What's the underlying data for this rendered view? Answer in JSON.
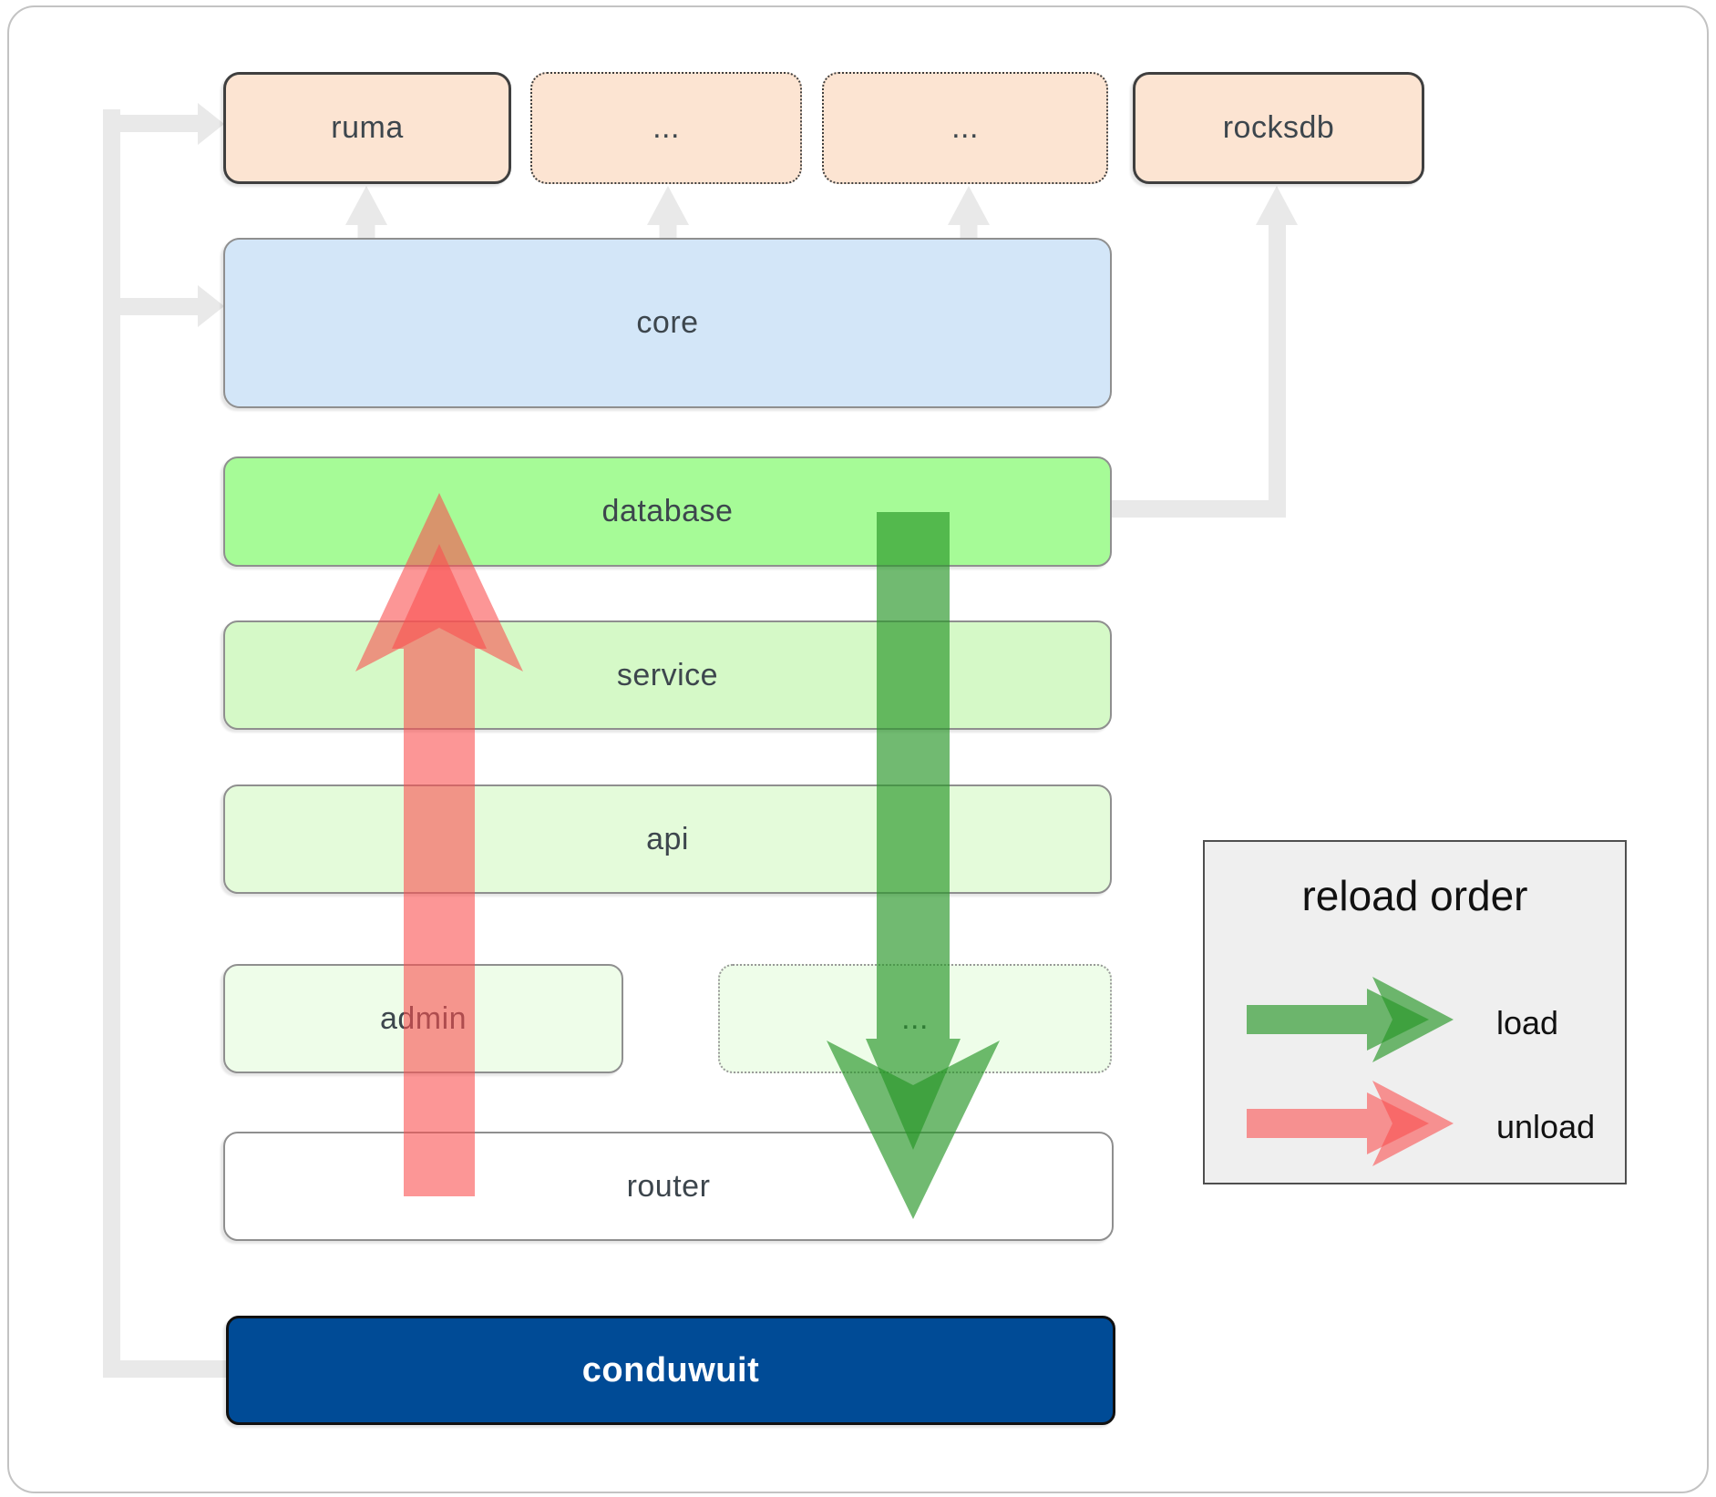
{
  "diagram_title": "conduwuit architecture reload-order diagram",
  "nodes": {
    "ruma": {
      "label": "ruma"
    },
    "ellipsis_top_1": {
      "label": "..."
    },
    "ellipsis_top_2": {
      "label": "..."
    },
    "rocksdb": {
      "label": "rocksdb"
    },
    "core": {
      "label": "core"
    },
    "database": {
      "label": "database"
    },
    "service": {
      "label": "service"
    },
    "api": {
      "label": "api"
    },
    "admin": {
      "label": "admin"
    },
    "ellipsis_admin": {
      "label": "..."
    },
    "router": {
      "label": "router"
    },
    "conduwuit": {
      "label": "conduwuit"
    }
  },
  "legend": {
    "title": "reload order",
    "load_label": "load",
    "unload_label": "unload"
  },
  "arrows": {
    "load": {
      "direction": "down",
      "from": "database",
      "to": "router",
      "color": "#289628"
    },
    "unload": {
      "direction": "up",
      "from": "router",
      "to": "database",
      "color": "#fa5050"
    }
  },
  "connectors": {
    "color": "#e9e9e9",
    "paths": [
      {
        "from": "conduwuit",
        "to": "ruma",
        "arrowhead": true
      },
      {
        "from": "conduwuit",
        "to": "core",
        "arrowhead": true
      },
      {
        "from": "core",
        "to": "ruma",
        "arrowhead": true
      },
      {
        "from": "core",
        "to": "ellipsis_top_1",
        "arrowhead": true
      },
      {
        "from": "core",
        "to": "ellipsis_top_2",
        "arrowhead": true
      },
      {
        "from": "database",
        "to": "rocksdb",
        "arrowhead": true
      }
    ]
  },
  "colors": {
    "top_row_fill": "#fce4d2",
    "core_fill": "#d3e6f8",
    "database_fill": "#a6fb97",
    "service_fill": "#d5f9c7",
    "api_fill": "#e4fbda",
    "admin_fill": "#eefde9",
    "router_fill": "#ffffff",
    "conduwuit_fill": "#004b96",
    "legend_fill": "#efefef",
    "connector_gray": "#e9e9e9",
    "label_text": "#3d464d",
    "load_arrow": "rgba(40,150,40,0.66)",
    "unload_arrow": "rgba(250,80,80,0.60)"
  }
}
